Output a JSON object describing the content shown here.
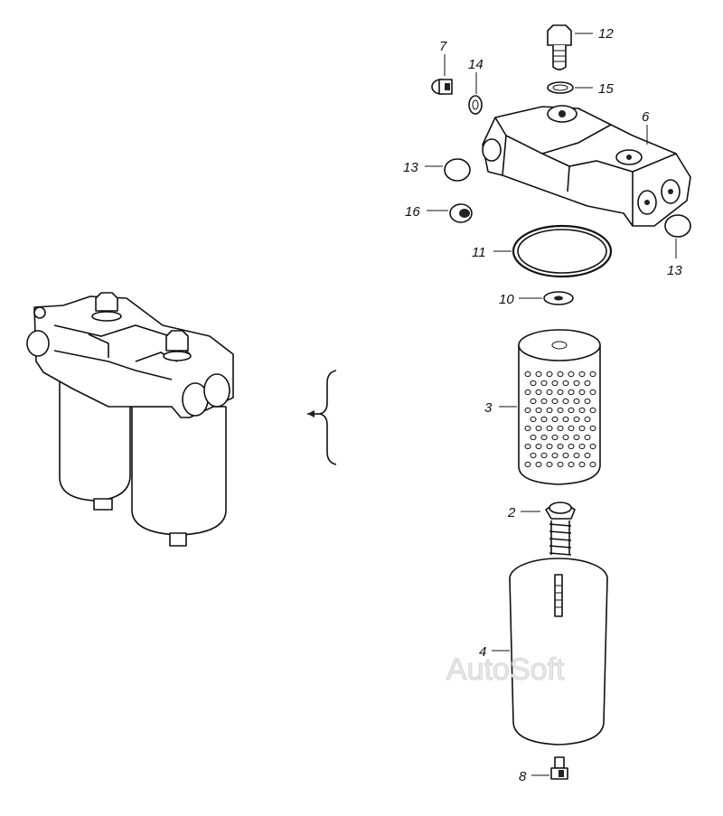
{
  "watermark": "AutoSoft",
  "callouts": [
    {
      "id": "c12",
      "text": "12"
    },
    {
      "id": "c7",
      "text": "7"
    },
    {
      "id": "c14",
      "text": "14"
    },
    {
      "id": "c15",
      "text": "15"
    },
    {
      "id": "c6",
      "text": "6"
    },
    {
      "id": "c13a",
      "text": "13"
    },
    {
      "id": "c16",
      "text": "16"
    },
    {
      "id": "c11",
      "text": "11"
    },
    {
      "id": "c13b",
      "text": "13"
    },
    {
      "id": "c10",
      "text": "10"
    },
    {
      "id": "c3",
      "text": "3"
    },
    {
      "id": "c2",
      "text": "2"
    },
    {
      "id": "c4",
      "text": "4"
    },
    {
      "id": "c8",
      "text": "8"
    }
  ]
}
